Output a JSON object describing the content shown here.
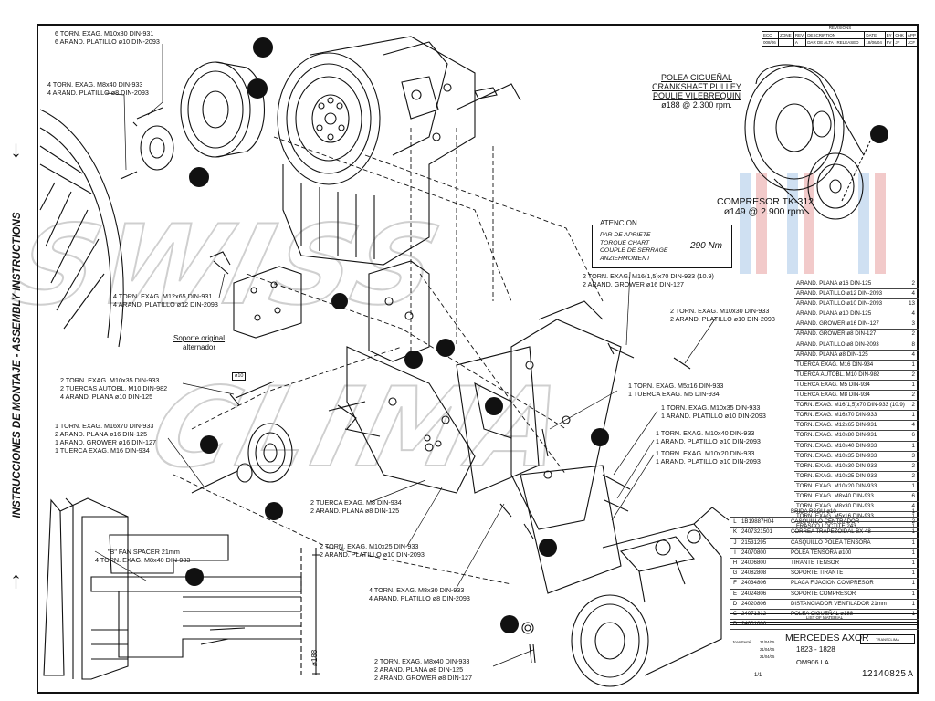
{
  "watermark": "SWISS CLIMA",
  "side_label": "INSTRUCCIONES DE MONTAJE - ASSEMBLY INSTRUCTIONS",
  "arrows": {
    "down": "↓",
    "up": "↑"
  },
  "revisions": {
    "title": "REVISIONS",
    "headers": [
      "ECO",
      "ZONE",
      "REV",
      "DESCRIPTION",
      "DATE",
      "BY",
      "CHK",
      "APP"
    ],
    "row": [
      "008/06",
      "",
      "A",
      "DAR DE ALTA - RELEASED",
      "18/06/04",
      "FV",
      "JF",
      "JCF"
    ]
  },
  "pulley_title": [
    "POLEA CIGUEÑAL",
    "CRANKSHAFT PULLEY",
    "POULIE VILEBREQUIN",
    "ø188 @ 2.300 rpm."
  ],
  "compressor_title": [
    "COMPRESOR TK-312",
    "ø149 @ 2.900 rpm."
  ],
  "attention": {
    "heading": "ATENCION",
    "lines": [
      "PAR DE APRIETE",
      "TORQUE CHART",
      "COUPLE DE SERRAGE",
      "ANZIEHMOMENT"
    ],
    "torque": "290 Nm"
  },
  "labels": {
    "l1": [
      "6 TORN. EXAG. M10x80 DIN-931",
      "6 ARAND. PLATILLO ø10 DIN-2093"
    ],
    "l2": [
      "4 TORN. EXAG. M8x40 DIN-933",
      "4 ARAND. PLATILLO ø8 DIN-2093"
    ],
    "l3": [
      "4 TORN. EXAG. M12x65 DIN-931",
      "4 ARAND. PLATILLO ø12 DIN-2093"
    ],
    "l4": [
      "Soporte original",
      "alternador"
    ],
    "l5": [
      "2 TORN. EXAG. M10x35 DIN-933",
      "2 TUERCAS AUTOBL. M10 DIN-982",
      "4 ARAND. PLANA ø10 DIN-125"
    ],
    "l6": [
      "1 TORN. EXAG. M16x70 DIN-933",
      "2 ARAND. PLANA ø16 DIN-125",
      "1 ARAND. GROWER ø16 DIN-127",
      "1 TUERCA EXAG. M16 DIN-934"
    ],
    "l7": [
      "2 TORN. EXAG. M16(1,5)x70 DIN-933 (10.9)",
      "2 ARAND. GROWER ø16 DIN-127"
    ],
    "l8": [
      "2 TORN. EXAG. M10x30 DIN-933",
      "2 ARAND. PLATILLO ø10 DIN-2093"
    ],
    "l9": [
      "1 TORN. EXAG. M5x16 DIN-933",
      "1 TUERCA EXAG. M5 DIN-934"
    ],
    "l10": [
      "1 TORN. EXAG. M10x35 DIN-933",
      "1 ARAND. PLATILLO ø10 DIN-2093"
    ],
    "l11": [
      "1 TORN. EXAG. M10x40 DIN-933",
      "1 ARAND. PLATILLO ø10 DIN-2093"
    ],
    "l12": [
      "1 TORN. EXAG. M10x20 DIN-933",
      "1 ARAND. PLATILLO ø10 DIN-2093"
    ],
    "l13": [
      "2 TUERCA EXAG. M8 DIN-934",
      "2 ARAND. PLANA ø8 DIN-125"
    ],
    "l14": [
      "2 TORN. EXAG. M10x25 DIN-933",
      "2 ARAND. PLATILLO ø10 DIN-2093"
    ],
    "l15": [
      "\"B\" FAN SPACER 21mm",
      "4 TORN. EXAG. M8x40 DIN-933"
    ],
    "l16": [
      "4 TORN. EXAG. M8x30 DIN-933",
      "4 ARAND. PLATILLO ø8 DIN-2093"
    ],
    "l17": [
      "2 TORN. EXAG. M8x40 DIN-933",
      "2 ARAND. PLANA ø8 DIN-125",
      "2 ARAND. GROWER ø8 DIN-127"
    ],
    "tag10": "ø10",
    "dim188": "ø188"
  },
  "bom_hardware": [
    {
      "desc": "ARAND. PLANA ø16 DIN-125",
      "qty": "2"
    },
    {
      "desc": "ARAND. PLATILLO ø12 DIN-2093",
      "qty": "4"
    },
    {
      "desc": "ARAND. PLATILLO ø10 DIN-2093",
      "qty": "13"
    },
    {
      "desc": "ARAND. PLANA ø10 DIN-125",
      "qty": "4"
    },
    {
      "desc": "ARAND. GROWER ø16 DIN-127",
      "qty": "3"
    },
    {
      "desc": "ARAND. GROWER ø8 DIN-127",
      "qty": "2"
    },
    {
      "desc": "ARAND. PLATILLO ø8 DIN-2093",
      "qty": "8"
    },
    {
      "desc": "ARAND. PLANA ø8 DIN-125",
      "qty": "4"
    },
    {
      "desc": "TUERCA EXAG. M16 DIN-934",
      "qty": "1"
    },
    {
      "desc": "TUERCA AUTOBL. M10 DIN-982",
      "qty": "2"
    },
    {
      "desc": "TUERCA EXAG. M5 DIN-934",
      "qty": "1"
    },
    {
      "desc": "TUERCA EXAG. M8 DIN-934",
      "qty": "2"
    },
    {
      "desc": "TORN. EXAG. M16(1,5)x70 DIN-933 (10.9)",
      "qty": "2"
    },
    {
      "desc": "TORN. EXAG. M16x70 DIN-933",
      "qty": "1"
    },
    {
      "desc": "TORN. EXAG. M12x65 DIN-931",
      "qty": "4"
    },
    {
      "desc": "TORN. EXAG. M10x80 DIN-931",
      "qty": "6"
    },
    {
      "desc": "TORN. EXAG. M10x40 DIN-933",
      "qty": "1"
    },
    {
      "desc": "TORN. EXAG. M10x35 DIN-933",
      "qty": "3"
    },
    {
      "desc": "TORN. EXAG. M10x30 DIN-933",
      "qty": "2"
    },
    {
      "desc": "TORN. EXAG. M10x25 DIN-933",
      "qty": "2"
    },
    {
      "desc": "TORN. EXAG. M10x20 DIN-933",
      "qty": "1"
    },
    {
      "desc": "TORN. EXAG. M8x40 DIN-933",
      "qty": "6"
    },
    {
      "desc": "TORN. EXAG. M8x30 DIN-933",
      "qty": "4"
    },
    {
      "desc": "TORN. EXAG. M5x16 DIN-933",
      "qty": "1"
    },
    {
      "desc": "FRASCO LOCTITE 243",
      "qty": "1"
    }
  ],
  "bom_parts": [
    {
      "item": "",
      "code": "",
      "desc": "BRIDA RSGU ø10",
      "qty": "1"
    },
    {
      "item": "L",
      "code": "1B19887H04",
      "desc": "CASQUILLO CENTRADOR",
      "qty": "2"
    },
    {
      "item": "K",
      "code": "2407321501",
      "desc": "CORREA TRAPEZOIDAL BX 48",
      "qty": "1"
    },
    {
      "item": "J",
      "code": "21531295",
      "desc": "CASQUILLO POLEA TENSORA",
      "qty": "1"
    },
    {
      "item": "I",
      "code": "24070800",
      "desc": "POLEA TENSORA ø100",
      "qty": "1"
    },
    {
      "item": "H",
      "code": "24006800",
      "desc": "TIRANTE TENSOR",
      "qty": "1"
    },
    {
      "item": "G",
      "code": "24082808",
      "desc": "SOPORTE TIRANTE",
      "qty": "1"
    },
    {
      "item": "F",
      "code": "24034806",
      "desc": "PLACA FIJACION COMPRESOR",
      "qty": "1"
    },
    {
      "item": "E",
      "code": "24024806",
      "desc": "SOPORTE COMPRESOR",
      "qty": "1"
    },
    {
      "item": "D",
      "code": "24020806",
      "desc": "DISTANCIADOR VENTILADOR 21mm",
      "qty": "1"
    },
    {
      "item": "C",
      "code": "24071312",
      "desc": "POLEA CIGUEÑAL ø188",
      "qty": "1"
    },
    {
      "item": "B",
      "code": "24001806",
      "desc": "",
      "qty": ""
    }
  ],
  "bom_caption": "LIST OF MATERIAL",
  "title_block": {
    "model": "MERCEDES AXOR",
    "range": "1823 - 1828",
    "engine": "OM906 LA",
    "drawing_no": "12140825",
    "rev": "A",
    "sheet": "1/1",
    "drawn": "Joan Ferré",
    "dates": [
      "21/04/05",
      "21/04/05",
      "21/04/05"
    ],
    "company": "TRANSCLIMA"
  },
  "colors": {
    "line": "#111111",
    "watermark_outline": "#cfcfcf",
    "accent_red": "#e8a0a0",
    "accent_blue": "#a8c8e8"
  }
}
